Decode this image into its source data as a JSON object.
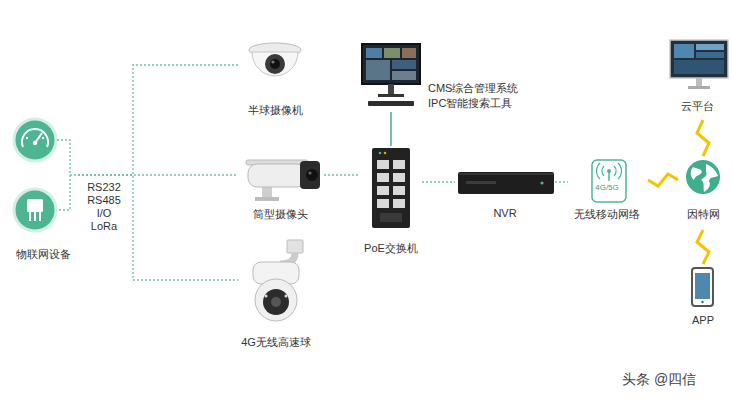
{
  "diagram": {
    "nodes": [
      {
        "text": [
          "物联网设备"
        ]
      },
      {
        "text": [
          "半球摄像机"
        ]
      },
      {
        "text": [
          "筒型摄像头"
        ]
      },
      {
        "text": [
          "4G无线高速球"
        ]
      },
      {
        "text": [
          "CMS综合管理系统",
          "IPC智能搜索工具"
        ]
      },
      {
        "text": [
          "PoE交换机"
        ]
      },
      {
        "text": [
          "NVR"
        ]
      },
      {
        "text": [
          "4G/5G",
          "无线移动网络"
        ]
      },
      {
        "text": [
          "因特网"
        ]
      },
      {
        "text": [
          "云平台"
        ]
      },
      {
        "text": [
          "APP"
        ]
      }
    ],
    "edges": [
      {
        "from": 0,
        "to": 1,
        "arrow": "none"
      },
      {
        "from": 0,
        "to": 2,
        "arrow": "none"
      },
      {
        "from": 0,
        "to": 3,
        "arrow": "none"
      },
      {
        "from": 2,
        "to": 5,
        "arrow": "none"
      },
      {
        "from": 5,
        "to": 4,
        "arrow": "none"
      },
      {
        "from": 5,
        "to": 6,
        "arrow": "none"
      },
      {
        "from": 6,
        "to": 7,
        "arrow": "none"
      },
      {
        "from": 7,
        "to": 8,
        "arrow": "none"
      },
      {
        "from": 8,
        "to": 9,
        "arrow": "none"
      },
      {
        "from": 8,
        "to": 10,
        "arrow": "none"
      }
    ],
    "labels": [
      "RS232 RS485 I/O LoRa",
      "头条 @四信"
    ]
  }
}
